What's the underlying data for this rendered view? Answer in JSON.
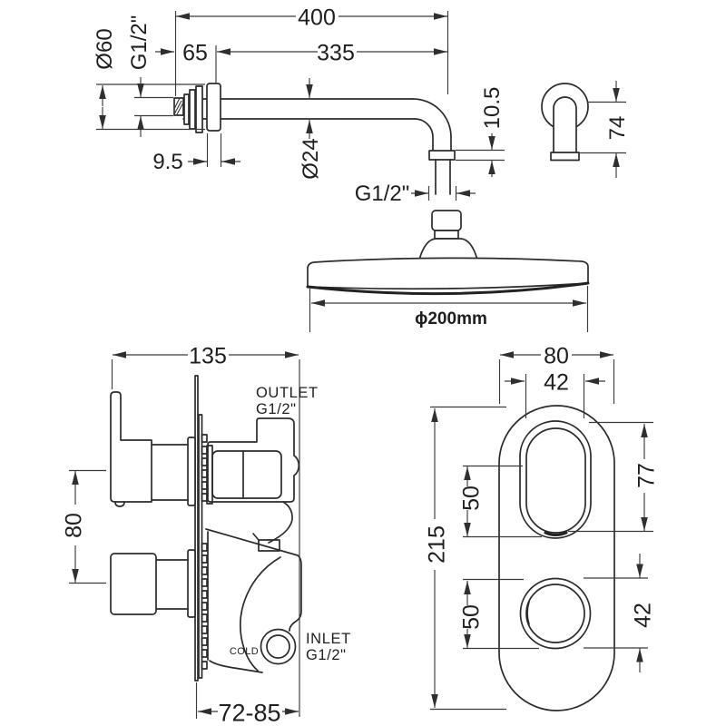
{
  "drawing": {
    "arm_side": {
      "overall_length": "400",
      "wall_to_flange": "65",
      "flange_to_outlet": "335",
      "flange_diameter": "Ø60",
      "wall_thread": "G1/2\"",
      "flange_thickness": "9.5",
      "arm_diameter": "Ø24",
      "outlet_drop": "10.5",
      "outlet_thread": "G1/2\""
    },
    "arm_end": {
      "arm_height": "74"
    },
    "shower_head": {
      "head_diameter": "ϕ200mm"
    },
    "valve_side": {
      "body_width": "135",
      "handle_spacing": "80",
      "outlet_line1": "OUTLET",
      "outlet_line2": "G1/2\"",
      "cold_port": "COLD",
      "inlet_line1": "INLET",
      "inlet_line2": "G1/2\"",
      "depth_range": "72-85"
    },
    "valve_front": {
      "plate_width": "80",
      "handle_width": "42",
      "plate_height": "215",
      "top_handle_span": "50",
      "top_handle_height": "77",
      "knob_span": "50",
      "knob_diameter": "42"
    }
  }
}
